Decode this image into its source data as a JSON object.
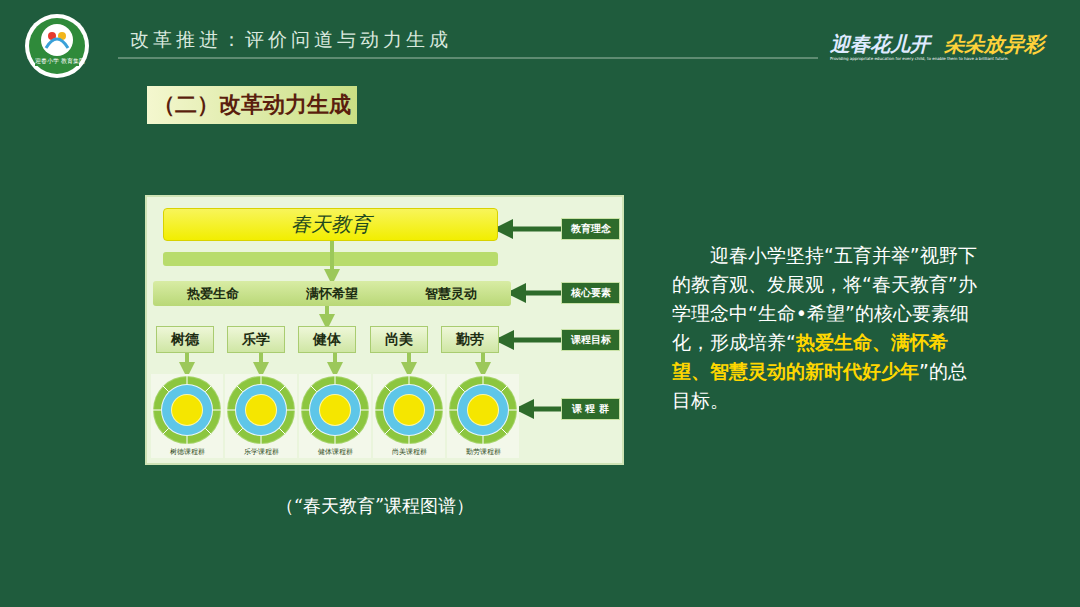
{
  "diagram": {
    "title": "改革推进：评价问道与动力生成",
    "caption": "（“春天教育”课程图谱）",
    "nodes": [
      {
        "text": [
          "春天教育"
        ]
      },
      {
        "text": [
          "热爱生命",
          "满怀希望",
          "智慧灵动"
        ]
      },
      {
        "text": [
          "树德"
        ]
      },
      {
        "text": [
          "乐学"
        ]
      },
      {
        "text": [
          "健体"
        ]
      },
      {
        "text": [
          "尚美"
        ]
      },
      {
        "text": [
          "勤劳"
        ]
      },
      {
        "text": [
          "树德课程群"
        ]
      },
      {
        "text": [
          "乐学课程群"
        ]
      },
      {
        "text": [
          "健体课程群"
        ]
      },
      {
        "text": [
          "尚美课程群"
        ]
      },
      {
        "text": [
          "勤劳课程群"
        ]
      },
      {
        "text": [
          "教育理念"
        ]
      },
      {
        "text": [
          "核心要素"
        ]
      },
      {
        "text": [
          "课程目标"
        ]
      },
      {
        "text": [
          "课 程 群"
        ]
      }
    ],
    "edges": [
      {
        "from": 0,
        "to": 1,
        "arrow": "to"
      },
      {
        "from": 1,
        "to": 4,
        "arrow": "to"
      },
      {
        "from": 2,
        "to": 7,
        "arrow": "to"
      },
      {
        "from": 3,
        "to": 8,
        "arrow": "to"
      },
      {
        "from": 4,
        "to": 9,
        "arrow": "to"
      },
      {
        "from": 5,
        "to": 10,
        "arrow": "to"
      },
      {
        "from": 6,
        "to": 11,
        "arrow": "to"
      },
      {
        "from": 12,
        "to": 0,
        "arrow": "to"
      },
      {
        "from": 13,
        "to": 1,
        "arrow": "to"
      },
      {
        "from": 14,
        "to": 6,
        "arrow": "to"
      },
      {
        "from": 15,
        "to": 11,
        "arrow": "to"
      }
    ],
    "labels": [
      "迎春小学 教育集团",
      "迎春花儿开",
      "朵朵放异彩",
      "Providing appropriate education for every child, to enable them to have a brilliant future.",
      "（二）改革动力生成",
      "迎春小学坚持“五育并举”视野下的教育观、发展观，将“春天教育”办学理念中“生命•希望”的核心要素细化，形成培养“",
      "热爱生命、满怀希望、智慧灵动的新时代好少年",
      "”的总目标。"
    ]
  }
}
